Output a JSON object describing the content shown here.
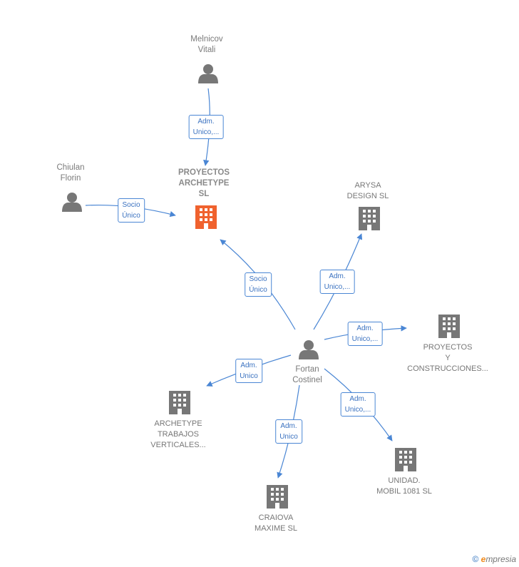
{
  "colors": {
    "edge": "#4a86d4",
    "company_main": "#f0622e",
    "company": "#777777",
    "person": "#777777"
  },
  "nodes": {
    "melnicov": {
      "label": "Melnicov\nVitali",
      "icon": "person-icon"
    },
    "chiulan": {
      "label": "Chiulan\nFlorin",
      "icon": "person-icon"
    },
    "proyectos_archetype": {
      "label": "PROYECTOS\nARCHETYPE\nSL",
      "icon": "building-icon"
    },
    "arysa": {
      "label": "ARYSA\nDESIGN  SL",
      "icon": "building-icon"
    },
    "proyectos_y_construcciones": {
      "label": "PROYECTOS\nY\nCONSTRUCCIONES...",
      "icon": "building-icon"
    },
    "fortan": {
      "label": "Fortan\nCostinel",
      "icon": "person-icon"
    },
    "archetype_trabajos": {
      "label": "ARCHETYPE\nTRABAJOS\nVERTICALES...",
      "icon": "building-icon"
    },
    "unidad_mobil": {
      "label": "UNIDAD.\nMOBIL 1081  SL",
      "icon": "building-icon"
    },
    "craiova": {
      "label": "CRAIOVA\nMAXIME  SL",
      "icon": "building-icon"
    }
  },
  "edges": {
    "melnicov_proyectos": "Adm.\nUnico,...",
    "chiulan_proyectos": "Socio\nÚnico",
    "fortan_proyectos": "Socio\nÚnico",
    "fortan_arysa": "Adm.\nUnico,...",
    "fortan_construcciones": "Adm.\nUnico,...",
    "fortan_archetype_trabajos": "Adm.\nUnico",
    "fortan_unidad": "Adm.\nUnico,...",
    "fortan_craiova": "Adm.\nUnico"
  },
  "footer": {
    "copyright": "©",
    "brand_initial": "e",
    "brand_rest": "mpresia"
  }
}
